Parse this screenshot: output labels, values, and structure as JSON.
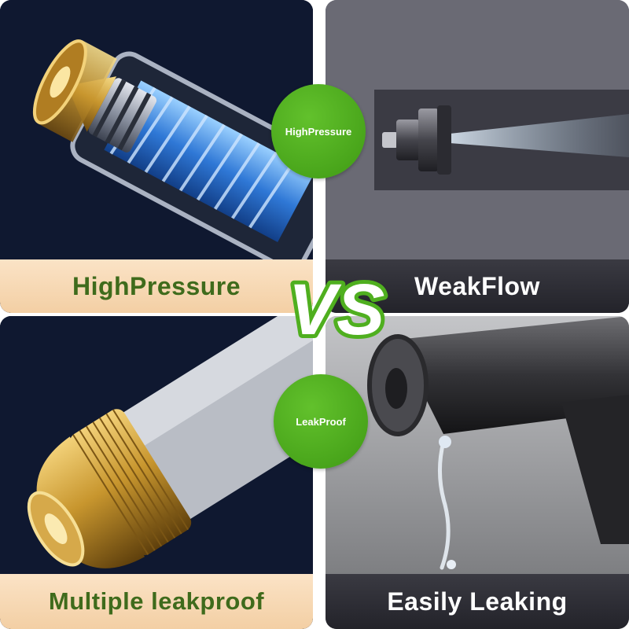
{
  "panels": {
    "top_left": {
      "caption": "HighPressure"
    },
    "top_right": {
      "caption": "WeakFlow"
    },
    "bottom_left": {
      "caption": "Multiple leakproof"
    },
    "bottom_right": {
      "caption": "Easily Leaking"
    }
  },
  "badges": {
    "top": "HighPressure",
    "bottom": "LeakProof"
  },
  "vs_text": "VS",
  "colors": {
    "badge_green": "#4faf1f",
    "caption_green": "#3f6b1c",
    "caption_beige": "#f6d8b3",
    "caption_dark": "#2a2a31",
    "panel_navy": "#0f1830",
    "brass": "#c8962e"
  }
}
